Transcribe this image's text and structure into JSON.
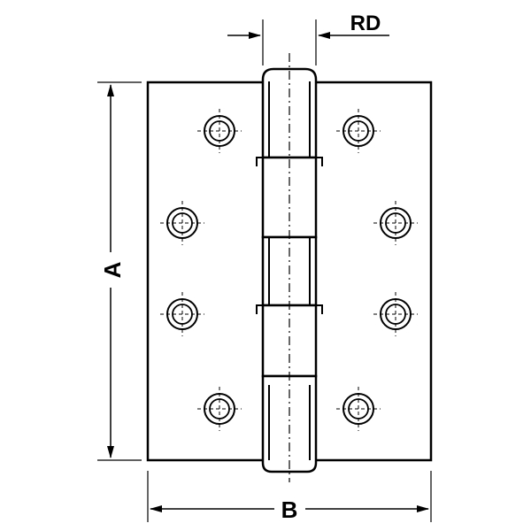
{
  "labels": {
    "height_dimension": "A",
    "width_dimension": "B",
    "knuckle_diameter": "RD"
  },
  "colors": {
    "line": "#000000",
    "background": "#ffffff",
    "centerline": "#000000"
  },
  "parts": {
    "leaves": 2,
    "knuckles": 5,
    "screw_holes_per_leaf": 4
  }
}
